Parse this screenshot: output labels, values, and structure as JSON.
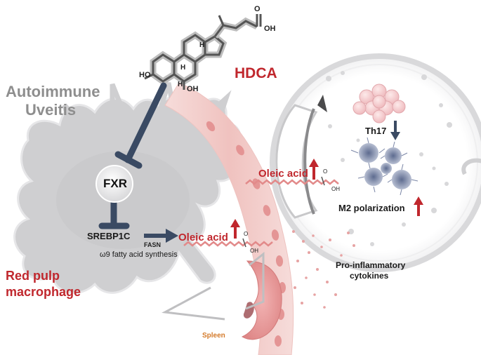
{
  "labels": {
    "condition_line1": "Autoimmune",
    "condition_line2": "Uveitis",
    "compound": "HDCA",
    "receptor": "FXR",
    "gene": "SREBP1C",
    "enzyme": "FASN",
    "pathway": "ω9 fatty acid synthesis",
    "lipid_cell": "Oleic acid",
    "lipid_eye": "Oleic acid",
    "cell_line1": "Red pulp",
    "cell_line2": "macrophage",
    "organ": "Spleen",
    "cells_eye": "Th17",
    "polarization": "M2 polarization",
    "cytokines_line1": "Pro-inflammatory",
    "cytokines_line2": "cytokines"
  },
  "structure": {
    "hydroxyl_3": "HO",
    "hydroxyl_6": "OH",
    "h_label": "H",
    "acid_label": "OH",
    "oxygen_label": "O"
  },
  "colors": {
    "accent_red": "#c0272d",
    "arrow_navy": "#3a4a63",
    "cell_gray": "#cfcfd1",
    "vessel_pink": "#f3cfcc",
    "spleen_pink": "#e79a9a"
  }
}
